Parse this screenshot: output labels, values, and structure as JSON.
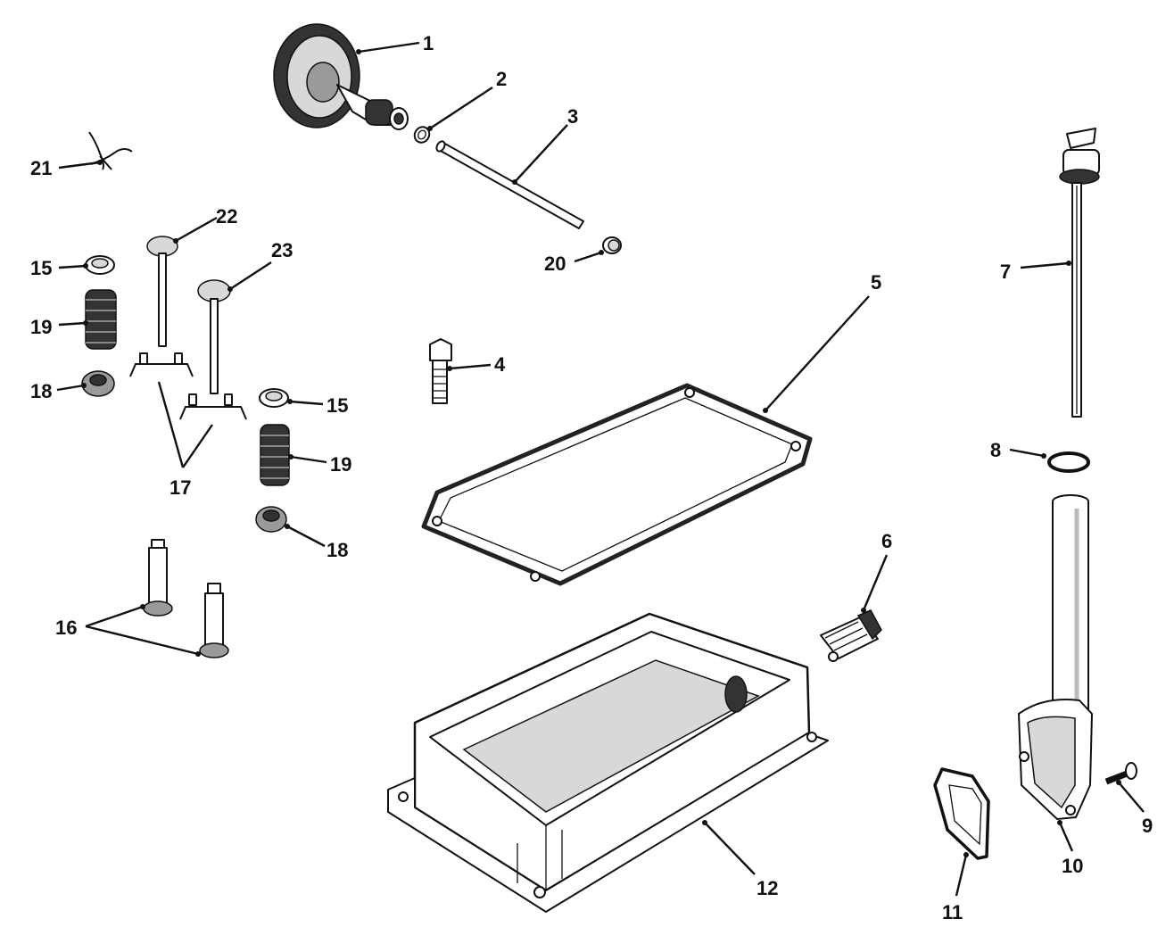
{
  "labels": {
    "l1": "1",
    "l2": "2",
    "l3": "3",
    "l4": "4",
    "l5": "5",
    "l6": "6",
    "l7": "7",
    "l8": "8",
    "l9": "9",
    "l10": "10",
    "l11": "11",
    "l12": "12",
    "l15a": "15",
    "l15b": "15",
    "l16": "16",
    "l17": "17",
    "l18a": "18",
    "l18b": "18",
    "l19a": "19",
    "l19b": "19",
    "l20": "20",
    "l21": "21",
    "l22": "22",
    "l23": "23"
  }
}
